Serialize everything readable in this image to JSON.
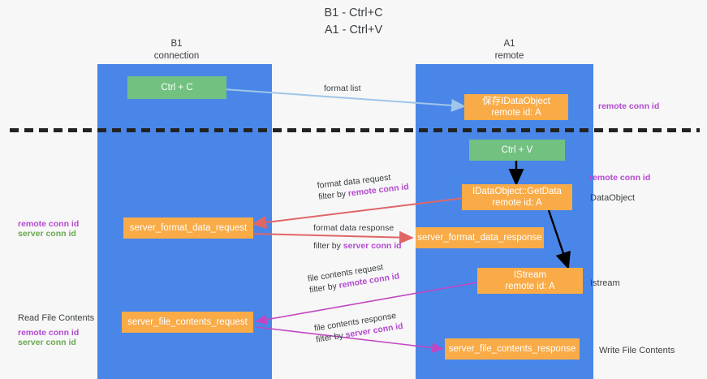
{
  "title": {
    "line1": "B1 - Ctrl+C",
    "line2": "A1 - Ctrl+V"
  },
  "columns": [
    {
      "name": "B1",
      "role": "connection"
    },
    {
      "name": "A1",
      "role": "remote"
    }
  ],
  "colors": {
    "lane": "#4a86e8",
    "box_orange": "#f9ab47",
    "box_green": "#72c181",
    "accent_remote_conn_id": "#b44ad0",
    "accent_server_conn_id": "#6aa84f",
    "arrow_blue": "#9fc5e8",
    "arrow_red": "#e06666",
    "arrow_magenta": "#c246c2",
    "arrow_black": "#000000",
    "divider": "#222222",
    "background": "#f7f7f7",
    "text": "#3c4043"
  },
  "nodes": {
    "ctrl_c": {
      "line1": "Ctrl + C"
    },
    "store_dataobject": {
      "line1": "保存IDataObject",
      "line2": "remote id: A"
    },
    "ctrl_v": {
      "line1": "Ctrl + V"
    },
    "getdata": {
      "line1": "IDataObject::GetData",
      "line2": "remote id: A"
    },
    "server_format_data_request": {
      "line1": "server_format_data_request"
    },
    "server_format_data_response": {
      "line1": "server_format_data_response"
    },
    "istream": {
      "line1": "IStream",
      "line2": "remote id: A"
    },
    "server_file_contents_request": {
      "line1": "server_file_contents_request"
    },
    "server_file_contents_response": {
      "line1": "server_file_contents_response"
    }
  },
  "edge_labels": {
    "format_list": {
      "line1": "format list"
    },
    "format_data_request": {
      "line1": "format data request",
      "prefix": "filter by ",
      "key": "remote conn id"
    },
    "format_data_response": {
      "line1": "format data response",
      "prefix": "filter by ",
      "key": "server conn id"
    },
    "file_contents_request": {
      "line1": "file contents request",
      "prefix": "filter by ",
      "key": "remote conn id"
    },
    "file_contents_response": {
      "line1": "file contents response",
      "prefix": "filter by ",
      "key": "server conn id"
    }
  },
  "annotations": {
    "right_remote_conn_id_top": "remote conn id",
    "right_remote_conn_id_mid": "remote conn id",
    "right_dataobject": "DataObject",
    "right_istream": "Istream",
    "right_write_file_contents": "Write File Contents",
    "left_remote_conn_id": "remote conn id",
    "left_server_conn_id": "server conn id",
    "left_read_file_contents": "Read File Contents",
    "left_remote_conn_id_2": "remote conn id",
    "left_server_conn_id_2": "server conn id"
  }
}
